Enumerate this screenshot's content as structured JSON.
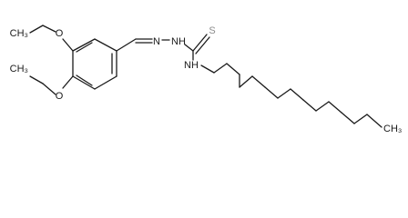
{
  "molecule": {
    "ethoxy_top_label": "O",
    "ethoxy_top_end": "CH₃",
    "ethoxy_bottom_label": "O",
    "ethoxy_bottom_end": "CH₃",
    "imine_nitrogen_label": "N",
    "hydrazine_nitrogen_label": "NH",
    "thiocarbonyl_sulfur_label": "S",
    "amide_nitrogen_label": "NH",
    "chain_end_label": "CH₃"
  },
  "colors": {
    "bond": "#1a1a1a",
    "sulfur": "#8c8c8c"
  }
}
